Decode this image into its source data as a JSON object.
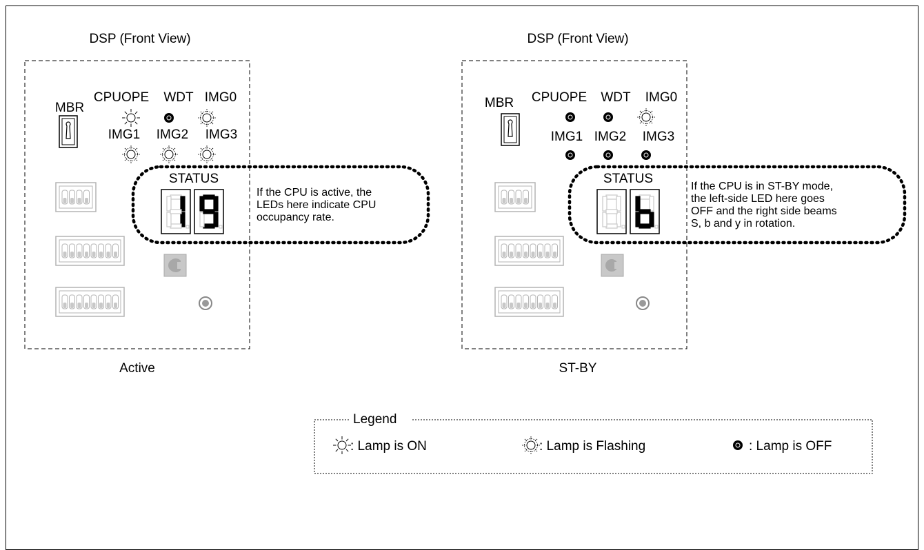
{
  "panels": [
    {
      "title": "DSP (Front View)",
      "caption": "Active",
      "labels": {
        "mbr": "MBR",
        "cpuope": "CPUOPE",
        "wdt": "WDT",
        "img0": "IMG0",
        "img1": "IMG1",
        "img2": "IMG2",
        "img3": "IMG3",
        "status": "STATUS"
      },
      "lamps": {
        "cpuope": "on",
        "wdt": "off",
        "img0": "flashing",
        "img1": "flashing",
        "img2": "flashing",
        "img3": "flashing"
      },
      "display": [
        "1",
        "9"
      ],
      "callout": [
        "If the CPU is active, the",
        "LEDs here indicate CPU",
        "occupancy rate."
      ]
    },
    {
      "title": "DSP (Front View)",
      "caption": "ST-BY",
      "labels": {
        "mbr": "MBR",
        "cpuope": "CPUOPE",
        "wdt": "WDT",
        "img0": "IMG0",
        "img1": "IMG1",
        "img2": "IMG2",
        "img3": "IMG3",
        "status": "STATUS"
      },
      "lamps": {
        "cpuope": "off",
        "wdt": "off",
        "img0": "flashing",
        "img1": "off",
        "img2": "off",
        "img3": "off"
      },
      "display": [
        "",
        "b"
      ],
      "callout": [
        "If the CPU is in ST-BY mode,",
        "the left-side LED here goes",
        "OFF and the right side beams",
        "S, b and y in rotation."
      ]
    }
  ],
  "legend": {
    "title": "Legend",
    "on": ": Lamp is ON",
    "flashing": ": Lamp is Flashing",
    "off": ": Lamp is OFF"
  },
  "colors": {
    "segment_on": "#000000",
    "segment_off": "#c8c8c8",
    "switch_gray": "#b4b4b4"
  }
}
